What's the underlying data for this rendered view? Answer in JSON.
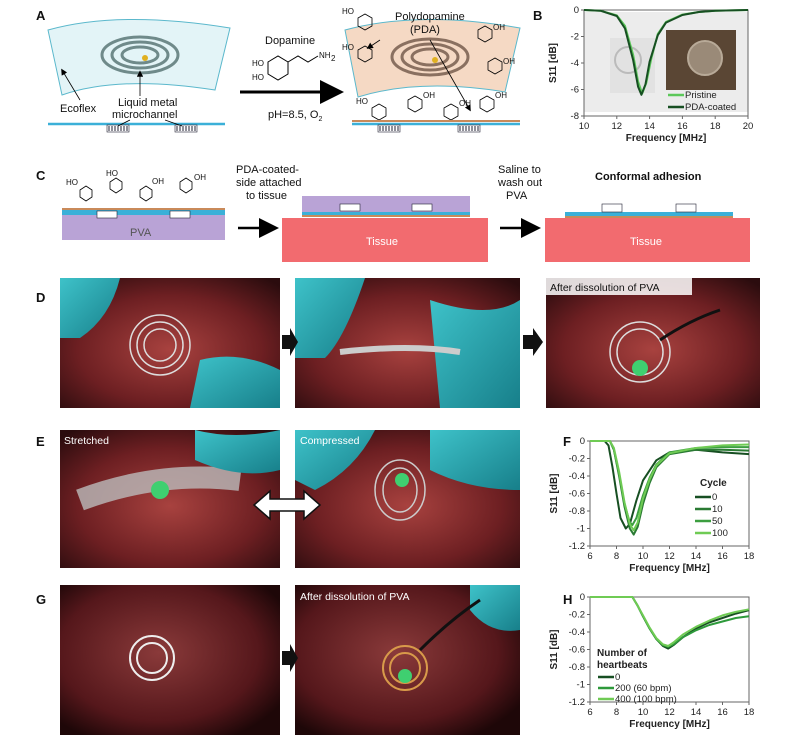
{
  "panels": {
    "A": "A",
    "B": "B",
    "C": "C",
    "D": "D",
    "E": "E",
    "F": "F",
    "G": "G",
    "H": "H"
  },
  "panelA": {
    "reagent": "Dopamine",
    "condition": "pH=8.5, O",
    "condition_sub": "2",
    "ecoflex": "Ecoflex",
    "liquid_metal_line1": "Liquid metal",
    "liquid_metal_line2": "microchannel",
    "pda_line1": "Polydopamine",
    "pda_line2": "(PDA)",
    "ho": "HO",
    "oh": "OH",
    "nh2": "NH",
    "nh2_sub": "2"
  },
  "panelC": {
    "pva": "PVA",
    "step1_line1": "PDA-coated-",
    "step1_line2": "side attached",
    "step1_line3": "to tissue",
    "tissue": "Tissue",
    "step2_line1": "Saline to",
    "step2_line2": "wash out",
    "step2_line3": "PVA",
    "result": "Conformal adhesion"
  },
  "photos": {
    "d3_caption": "After dissolution of PVA",
    "e1_caption": "Stretched",
    "e2_caption": "Compressed",
    "g2_caption": "After dissolution of PVA"
  },
  "colors": {
    "dark_green": "#1f5e2a",
    "mid_green": "#2e8b3a",
    "green": "#3fa844",
    "light_green": "#7ccf5a",
    "tissue": "#f26b6f",
    "pva": "#b9a3d6"
  },
  "chart_data": [
    {
      "id": "B",
      "type": "line",
      "xlabel": "Frequency [MHz]",
      "ylabel": "S11 [dB]",
      "xlim": [
        10,
        20
      ],
      "ylim": [
        -8,
        0
      ],
      "xticks": [
        10,
        12,
        14,
        16,
        18,
        20
      ],
      "yticks": [
        0,
        -2,
        -4,
        -6,
        -8
      ],
      "legend_position": "bottom-right",
      "series": [
        {
          "name": "Pristine",
          "color": "#5cc85a",
          "x": [
            10,
            11,
            12,
            12.5,
            13,
            13.3,
            13.55,
            13.8,
            14.1,
            14.5,
            15,
            16,
            17,
            18,
            20
          ],
          "y": [
            0,
            -0.05,
            -0.4,
            -1.2,
            -3.4,
            -5.4,
            -6.3,
            -5.5,
            -3.7,
            -1.8,
            -0.9,
            -0.35,
            -0.15,
            -0.05,
            0
          ]
        },
        {
          "name": "PDA-coated",
          "color": "#174f22",
          "x": [
            10,
            11,
            12,
            12.5,
            13,
            13.3,
            13.5,
            13.75,
            14,
            14.5,
            15,
            16,
            17,
            18,
            20
          ],
          "y": [
            0,
            -0.05,
            -0.45,
            -1.4,
            -3.8,
            -5.8,
            -6.4,
            -5.6,
            -3.9,
            -1.9,
            -0.95,
            -0.38,
            -0.15,
            -0.05,
            0
          ]
        }
      ]
    },
    {
      "id": "F",
      "type": "line",
      "xlabel": "Frequency [MHz]",
      "ylabel": "S11 [dB]",
      "xlim": [
        6,
        18
      ],
      "ylim": [
        -1.2,
        0
      ],
      "xticks": [
        6,
        8,
        10,
        12,
        14,
        16,
        18
      ],
      "yticks": [
        0,
        -0.2,
        -0.4,
        -0.6,
        -0.8,
        -1,
        -1.2
      ],
      "legend_title": "Cycle",
      "legend_position": "right",
      "series": [
        {
          "name": "0",
          "color": "#174f22",
          "x": [
            6,
            7.1,
            7.4,
            7.7,
            8,
            8.3,
            8.7,
            9,
            9.5,
            10,
            11,
            12,
            14,
            16,
            18
          ],
          "y": [
            0,
            0,
            -0.05,
            -0.3,
            -0.6,
            -0.88,
            -1.0,
            -0.95,
            -0.68,
            -0.45,
            -0.22,
            -0.13,
            -0.1,
            -0.13,
            -0.15
          ]
        },
        {
          "name": "10",
          "color": "#2a7a33",
          "x": [
            6,
            7.5,
            7.8,
            8.2,
            8.6,
            9,
            9.3,
            9.6,
            10,
            10.5,
            11,
            12,
            14,
            16,
            18
          ],
          "y": [
            0,
            0,
            -0.1,
            -0.4,
            -0.75,
            -1.0,
            -1.07,
            -0.98,
            -0.72,
            -0.48,
            -0.3,
            -0.15,
            -0.1,
            -0.1,
            -0.11
          ]
        },
        {
          "name": "50",
          "color": "#3c9e40",
          "x": [
            6,
            7.5,
            7.8,
            8.2,
            8.6,
            9,
            9.2,
            9.5,
            10,
            10.5,
            11,
            12,
            14,
            16,
            18
          ],
          "y": [
            0,
            0,
            -0.1,
            -0.38,
            -0.72,
            -0.93,
            -0.96,
            -0.88,
            -0.62,
            -0.42,
            -0.27,
            -0.13,
            -0.08,
            -0.07,
            -0.07
          ]
        },
        {
          "name": "100",
          "color": "#6fcb54",
          "x": [
            6,
            7.5,
            7.8,
            8.2,
            8.6,
            9,
            9.3,
            9.6,
            10,
            10.5,
            11,
            12,
            14,
            16,
            18
          ],
          "y": [
            0,
            0,
            -0.08,
            -0.35,
            -0.7,
            -0.95,
            -1.02,
            -0.93,
            -0.66,
            -0.44,
            -0.28,
            -0.14,
            -0.08,
            -0.05,
            -0.04
          ]
        }
      ]
    },
    {
      "id": "H",
      "type": "line",
      "xlabel": "Frequency [MHz]",
      "ylabel": "S11 [dB]",
      "xlim": [
        6,
        18
      ],
      "ylim": [
        -1.2,
        0
      ],
      "xticks": [
        6,
        8,
        10,
        12,
        14,
        16,
        18
      ],
      "yticks": [
        0,
        -0.2,
        -0.4,
        -0.6,
        -0.8,
        -1,
        -1.2
      ],
      "legend_title_line1": "Number of",
      "legend_title_line2": "heartbeats",
      "legend_position": "bottom-left",
      "series": [
        {
          "name": "0",
          "color": "#174f22",
          "x": [
            6,
            9.2,
            9.6,
            10,
            10.5,
            11,
            11.5,
            11.9,
            12.3,
            13,
            14,
            15,
            16,
            17,
            18
          ],
          "y": [
            0,
            0,
            -0.1,
            -0.22,
            -0.36,
            -0.48,
            -0.56,
            -0.59,
            -0.55,
            -0.46,
            -0.36,
            -0.29,
            -0.24,
            -0.19,
            -0.15
          ]
        },
        {
          "name": "200 (60 bpm)",
          "color": "#2e9a3b",
          "x": [
            6,
            9.2,
            9.6,
            10,
            10.5,
            11,
            11.5,
            11.9,
            12.3,
            13,
            14,
            15,
            16,
            17,
            18
          ],
          "y": [
            0,
            0,
            -0.1,
            -0.22,
            -0.36,
            -0.48,
            -0.55,
            -0.57,
            -0.54,
            -0.46,
            -0.38,
            -0.32,
            -0.28,
            -0.24,
            -0.22
          ]
        },
        {
          "name": "400 (100 bpm)",
          "color": "#6fcb54",
          "x": [
            6,
            9.2,
            9.6,
            10,
            10.5,
            11,
            11.5,
            11.9,
            12.3,
            13,
            14,
            15,
            16,
            17,
            18
          ],
          "y": [
            0,
            0,
            -0.1,
            -0.21,
            -0.35,
            -0.47,
            -0.54,
            -0.56,
            -0.52,
            -0.43,
            -0.34,
            -0.27,
            -0.21,
            -0.17,
            -0.14
          ]
        }
      ]
    }
  ]
}
